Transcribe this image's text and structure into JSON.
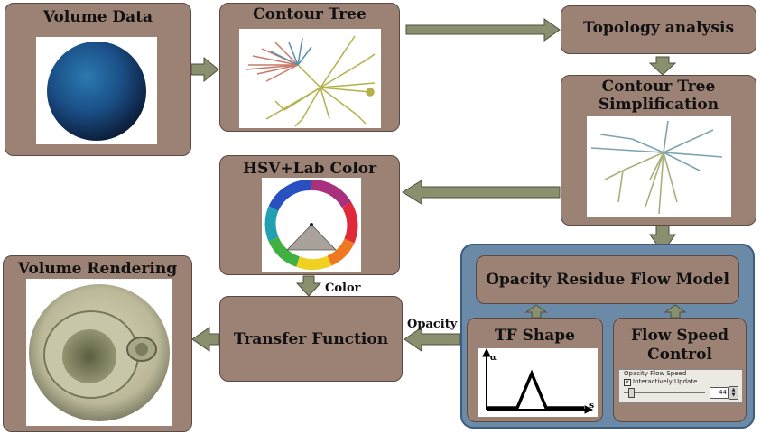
{
  "nodes": {
    "volume_data": "Volume Data",
    "contour_tree": "Contour Tree",
    "topology_analysis": "Topology analysis",
    "ct_simplification_line1": "Contour Tree",
    "ct_simplification_line2": "Simplification",
    "hsv_lab_color": "HSV+Lab Color",
    "volume_rendering": "Volume Rendering",
    "transfer_function": "Transfer Function",
    "opacity_residue_flow_model": "Opacity Residue Flow Model",
    "tf_shape": "TF Shape",
    "flow_speed_line1": "Flow Speed",
    "flow_speed_line2": "Control"
  },
  "edge_labels": {
    "color": "Color",
    "opacity": "Opacity"
  },
  "tf_plot": {
    "y_axis_label": "α",
    "x_axis_label": "s"
  },
  "flow_widget": {
    "group_label": "Opacity Flow Speed",
    "checkbox_label": "Interactively Update",
    "checkbox_checked": true,
    "speed_value": "44"
  },
  "colors": {
    "box_fill": "#9c8175",
    "panel_fill": "#6b8aa8",
    "arrow_fill": "#8a8f6e"
  }
}
